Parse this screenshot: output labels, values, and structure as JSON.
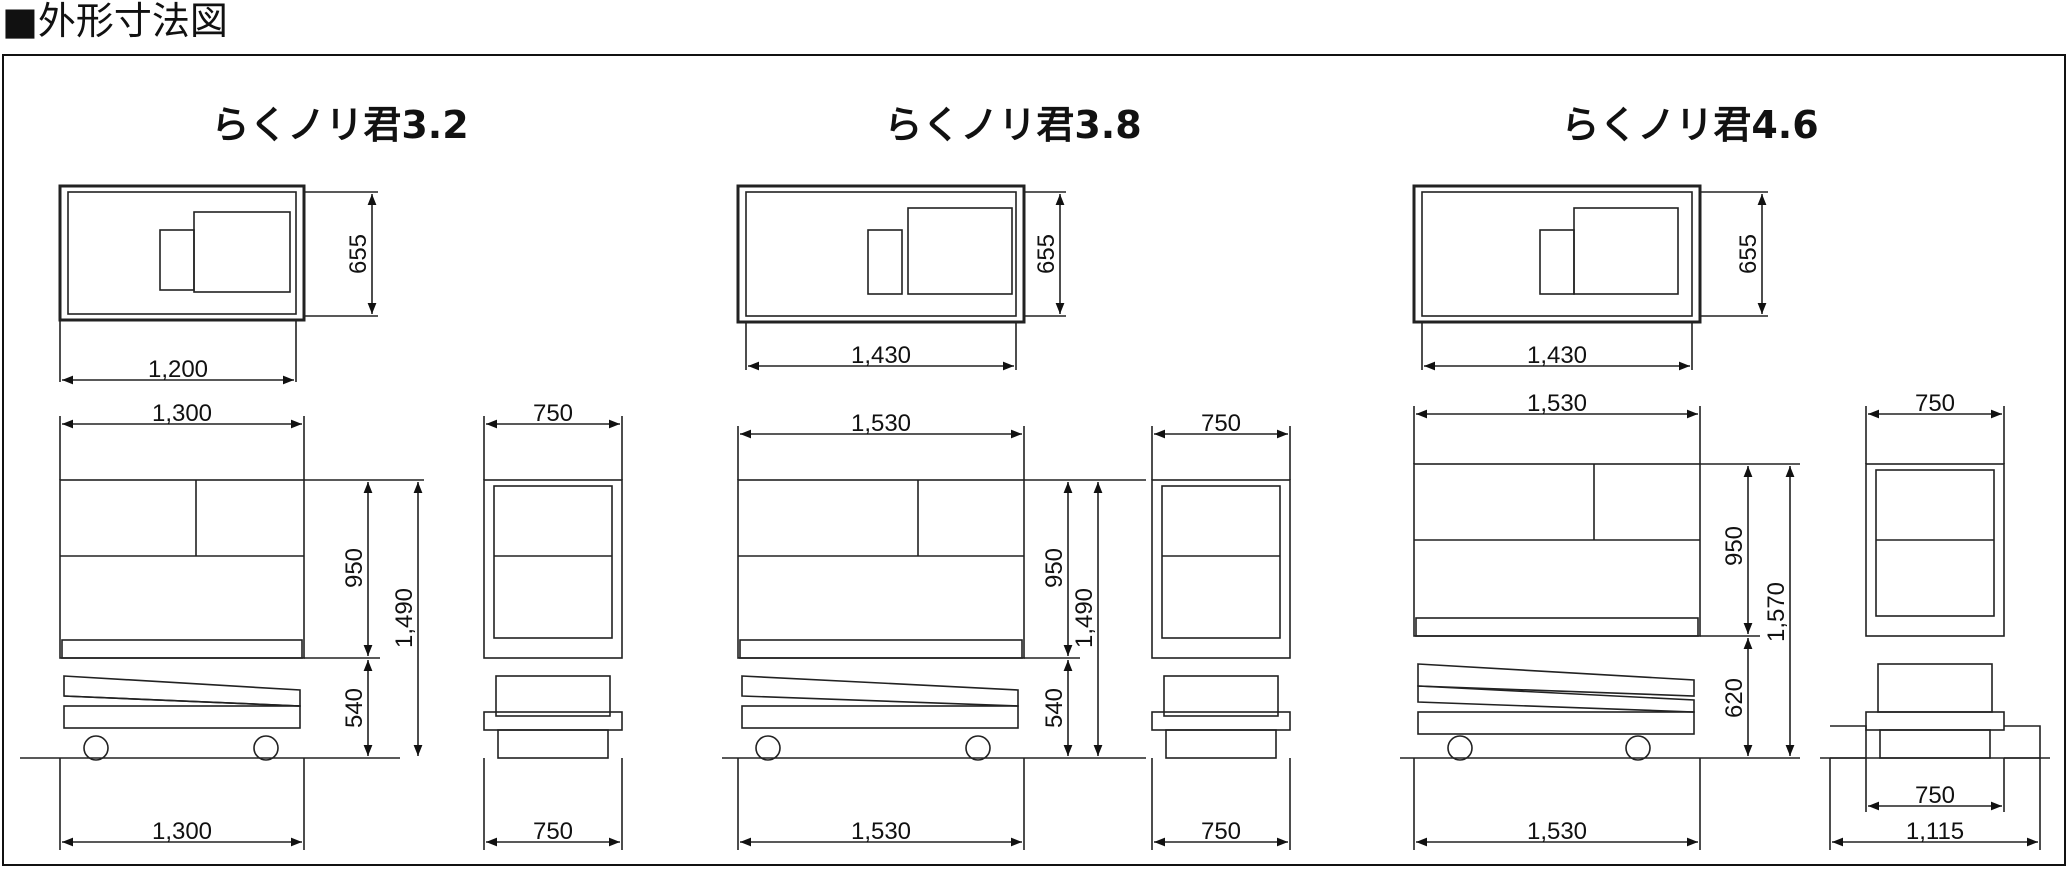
{
  "page_title": "■外形寸法図",
  "models": [
    {
      "name": "らくノリ君3.2",
      "top_view": {
        "depth": "655",
        "length": "1,200"
      },
      "side_view": {
        "top_length": "1,300",
        "bottom_length": "1,300",
        "platform_height": "950",
        "lowered_height": "540",
        "total_height": "1,490"
      },
      "end_view": {
        "top_width": "750",
        "bottom_width": "750"
      }
    },
    {
      "name": "らくノリ君3.8",
      "top_view": {
        "depth": "655",
        "length": "1,430"
      },
      "side_view": {
        "top_length": "1,530",
        "bottom_length": "1,530",
        "platform_height": "950",
        "lowered_height": "540",
        "total_height": "1,490"
      },
      "end_view": {
        "top_width": "750",
        "bottom_width": "750"
      }
    },
    {
      "name": "らくノリ君4.6",
      "top_view": {
        "depth": "655",
        "length": "1,430"
      },
      "side_view": {
        "top_length": "1,530",
        "bottom_length": "1,530",
        "platform_height": "950",
        "lowered_height": "620",
        "total_height": "1,570"
      },
      "end_view": {
        "top_width": "750",
        "inner_width": "750",
        "bottom_width": "1,115"
      }
    }
  ]
}
